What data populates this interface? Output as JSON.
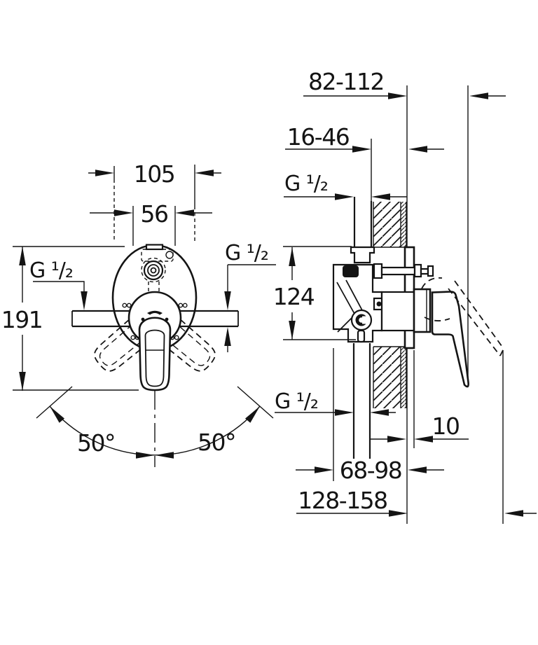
{
  "drawing": {
    "front_view": {
      "width_label": "105",
      "cutout_width_label": "56",
      "height_label": "191",
      "thread_left_label": "G ¹/₂",
      "thread_right_label": "G ¹/₂",
      "angle_left_label": "50°",
      "angle_right_label": "50°"
    },
    "side_view": {
      "handle_depth_label": "82-112",
      "wall_depth_label": "16-46",
      "thread_top_label": "G ¹/₂",
      "body_height_label": "124",
      "thread_bottom_label": "G ¹/₂",
      "plate_clearance_label": "10",
      "rough_in_depth_label": "68-98",
      "overall_depth_label": "128-158"
    }
  }
}
